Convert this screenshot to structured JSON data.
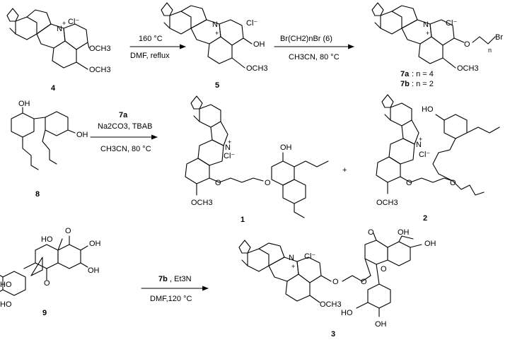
{
  "compounds": [
    {
      "id": "4",
      "label": "4",
      "substituents": [
        "OCH3",
        "OCH3"
      ],
      "counterion": "Cl⁻",
      "charge": "+"
    },
    {
      "id": "5",
      "label": "5",
      "substituents": [
        "OH",
        "OCH3"
      ],
      "counterion": "Cl⁻",
      "charge": "+"
    },
    {
      "id": "7",
      "label_a": "7a",
      "text_a": ": n = 4",
      "label_b": "7b",
      "text_b": ": n = 2",
      "substituents": [
        "O",
        "n",
        "Br",
        "OCH3"
      ],
      "counterion": "Cl⁻",
      "charge": "+"
    },
    {
      "id": "8",
      "label": "8",
      "substituents": [
        "OH",
        "OH"
      ]
    },
    {
      "id": "1",
      "label": "1",
      "substituents": [
        "OH",
        "OCH3",
        "O",
        "O"
      ],
      "counterion": "Cl⁻",
      "charge": "+"
    },
    {
      "id": "2",
      "label": "2",
      "substituents": [
        "HO",
        "OCH3",
        "O",
        "O"
      ],
      "counterion": "Cl⁻",
      "charge": "+"
    },
    {
      "id": "9",
      "label": "9",
      "substituents": [
        "HO",
        "HO",
        "HO",
        "O",
        "OH",
        "OH",
        "O"
      ]
    },
    {
      "id": "3",
      "label": "3",
      "substituents": [
        "OH",
        "OH",
        "O",
        "O",
        "O",
        "O",
        "OCH3",
        "HO",
        "OH"
      ],
      "counterion": "Cl⁻",
      "charge": "+"
    }
  ],
  "reactions": [
    {
      "id": "r1",
      "above": "160 °C",
      "below": "DMF, reflux"
    },
    {
      "id": "r2",
      "above": "Br(CH2)nBr  (6)",
      "below": "CH3CN, 80 °C"
    },
    {
      "id": "r3",
      "above_bold": "7a",
      "above2": "Na2CO3, TBAB",
      "below": "CH3CN, 80 °C"
    },
    {
      "id": "r4",
      "above_bold": "7b",
      "above_rest": ", Et3N",
      "below": "DMF,120 °C"
    }
  ],
  "plus_sign": "+"
}
